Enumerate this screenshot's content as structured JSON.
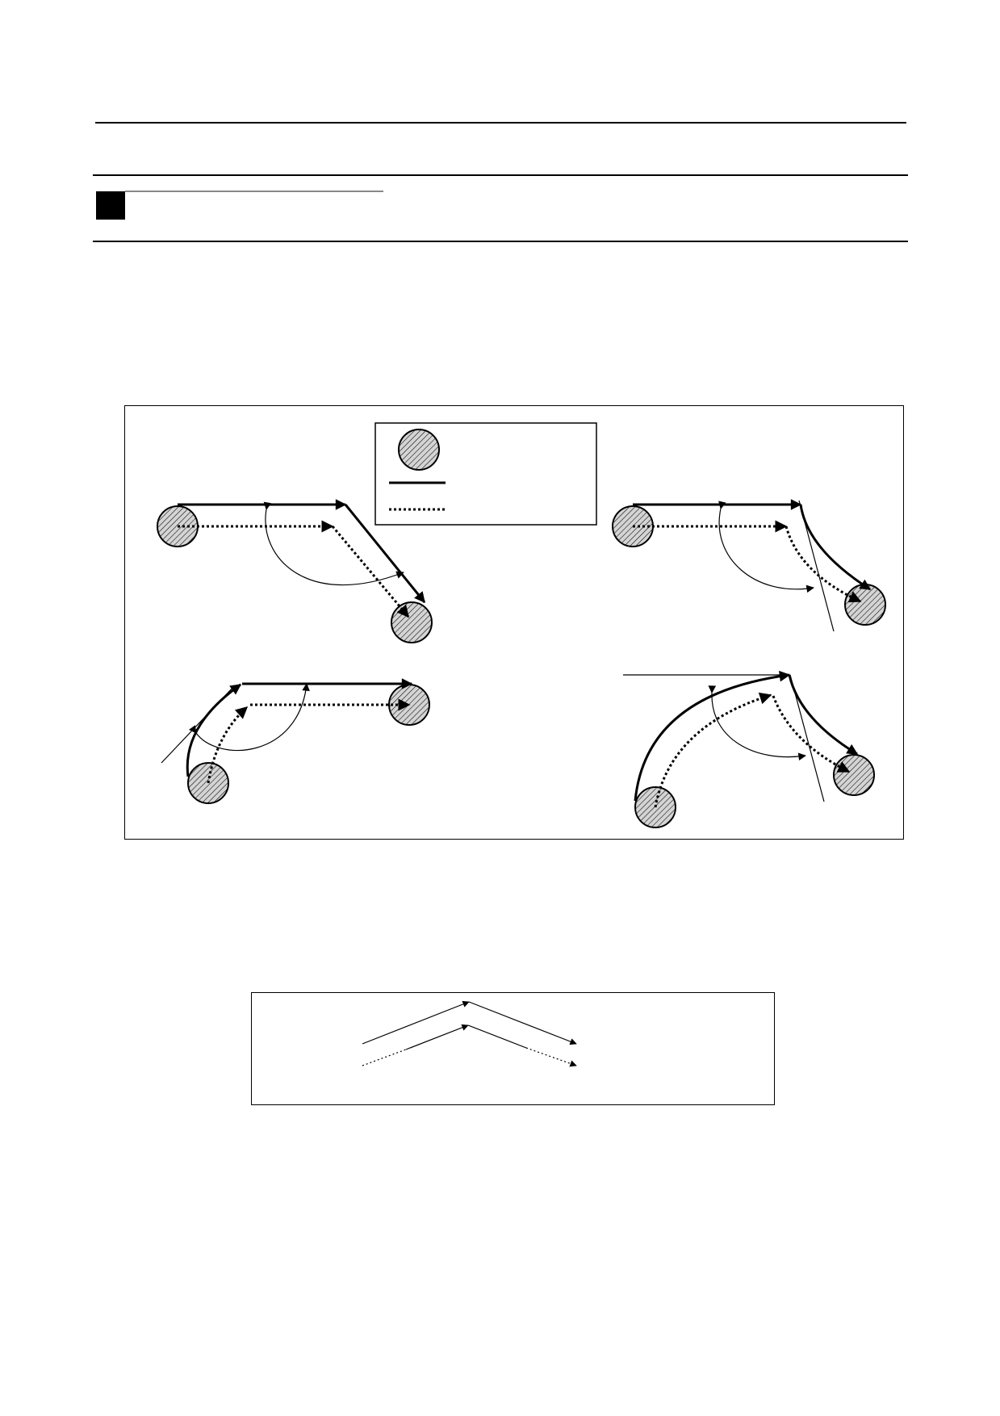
{
  "page": {
    "header": {
      "title": "",
      "section_heading": ""
    },
    "intro_text": "",
    "between_text": ""
  },
  "figure_1": {
    "legend": {
      "tool_label": "",
      "programmed_path_label": "",
      "tool_center_path_label": ""
    },
    "panels": [
      {
        "id": "line-line-inside",
        "kind": "linear-to-linear"
      },
      {
        "id": "line-arc-inside",
        "kind": "linear-to-circular"
      },
      {
        "id": "arc-line-inside",
        "kind": "circular-to-linear"
      },
      {
        "id": "arc-arc-inside",
        "kind": "circular-to-circular"
      }
    ]
  },
  "figure_2": {
    "caption": ""
  },
  "colors": {
    "line": "#000000",
    "tool_fill": "#d4d4d4",
    "hatch": "#000000",
    "background": "#ffffff"
  }
}
